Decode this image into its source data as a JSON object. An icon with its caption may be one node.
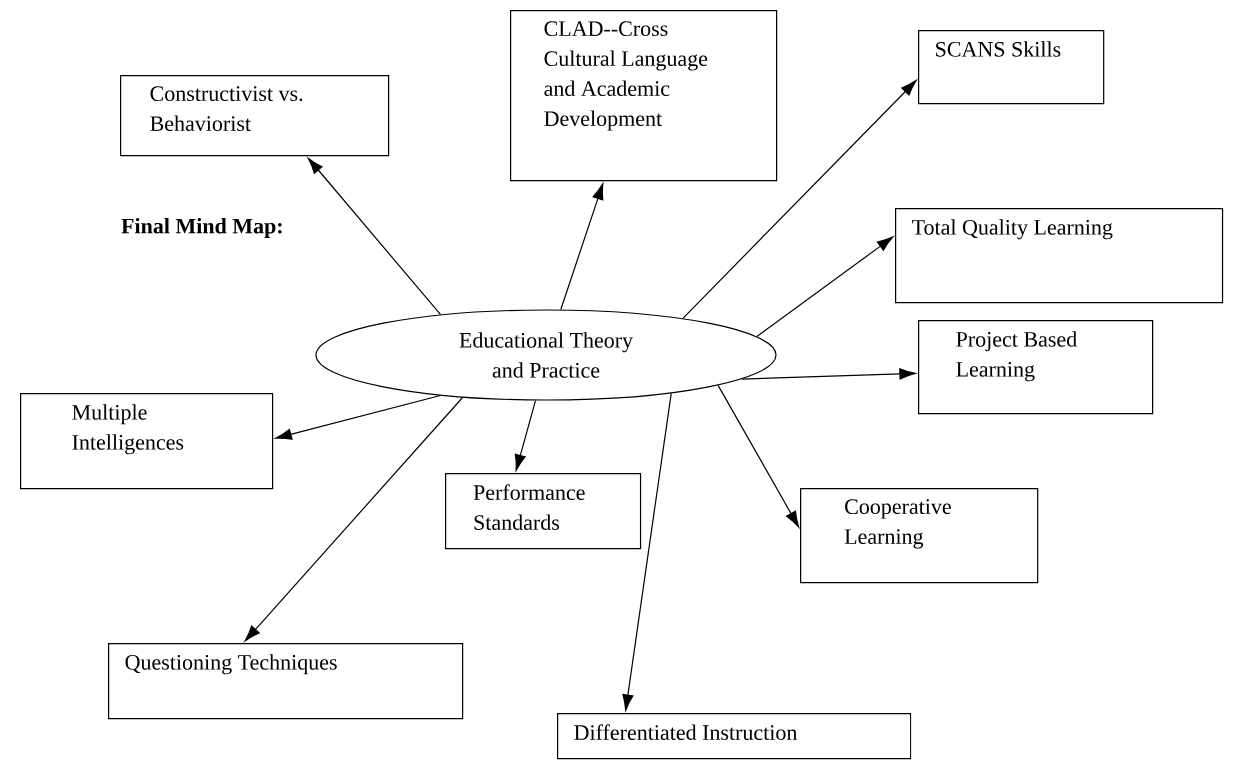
{
  "diagram": {
    "title": "Final Mind Map:",
    "nodes": [
      {
        "text": [
          "Educational Theory and Practice"
        ]
      },
      {
        "text": [
          "Constructivist vs. Behaviorist"
        ]
      },
      {
        "text": [
          "CLAD--Cross Cultural Language and Academic Development"
        ]
      },
      {
        "text": [
          "SCANS Skills"
        ]
      },
      {
        "text": [
          "Total Quality Learning"
        ]
      },
      {
        "text": [
          "Project Based Learning"
        ]
      },
      {
        "text": [
          "Multiple Intelligences"
        ]
      },
      {
        "text": [
          "Performance Standards"
        ]
      },
      {
        "text": [
          "Cooperative Learning"
        ]
      },
      {
        "text": [
          "Questioning Techniques"
        ]
      },
      {
        "text": [
          "Differentiated Instruction"
        ]
      }
    ],
    "edges": [
      {
        "from": 0,
        "to": 1,
        "arrow": "to"
      },
      {
        "from": 0,
        "to": 2,
        "arrow": "to"
      },
      {
        "from": 0,
        "to": 3,
        "arrow": "to"
      },
      {
        "from": 0,
        "to": 4,
        "arrow": "to"
      },
      {
        "from": 0,
        "to": 5,
        "arrow": "to"
      },
      {
        "from": 0,
        "to": 6,
        "arrow": "to"
      },
      {
        "from": 0,
        "to": 7,
        "arrow": "to"
      },
      {
        "from": 0,
        "to": 8,
        "arrow": "to"
      },
      {
        "from": 0,
        "to": 9,
        "arrow": "to"
      },
      {
        "from": 0,
        "to": 10,
        "arrow": "to"
      }
    ]
  }
}
